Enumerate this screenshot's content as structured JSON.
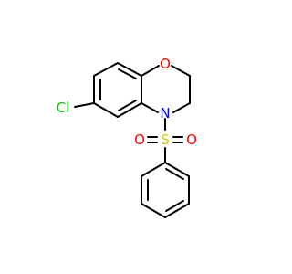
{
  "molecule": {
    "atoms": {
      "oxygen_ring": {
        "symbol": "O",
        "color": "#ff0000"
      },
      "nitrogen": {
        "symbol": "N",
        "color": "#0000ff"
      },
      "chlorine": {
        "symbol": "Cl",
        "color": "#00cc00"
      },
      "sulfur": {
        "symbol": "S",
        "color": "#cccc00"
      },
      "oxygen_sulfonyl_left": {
        "symbol": "O",
        "color": "#ff0000"
      },
      "oxygen_sulfonyl_right": {
        "symbol": "O",
        "color": "#ff0000"
      }
    },
    "bond_color": "#000000",
    "background": "#ffffff"
  }
}
